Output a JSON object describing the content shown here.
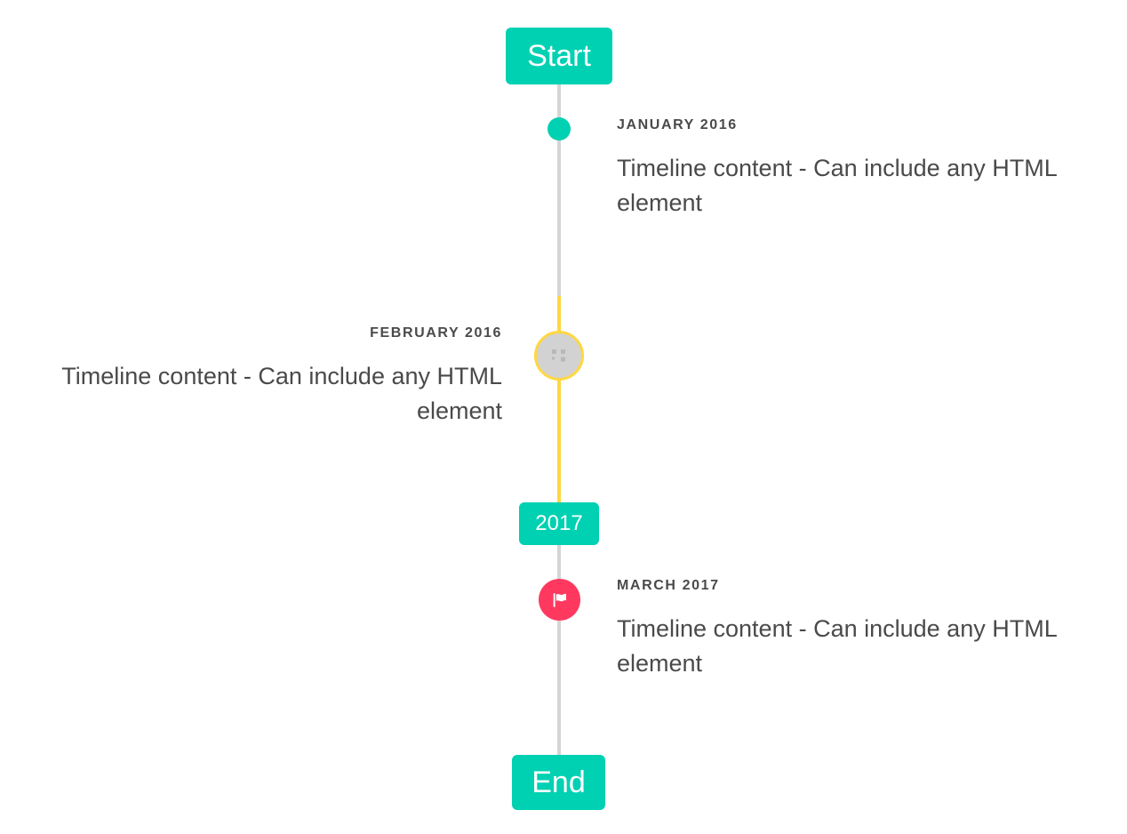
{
  "timeline": {
    "start_label": "Start",
    "end_label": "End",
    "year_divider_label": "2017",
    "colors": {
      "accent_teal": "#00d1b2",
      "rail_grey": "#d5d5d5",
      "rail_yellow": "#ffd740",
      "marker_pink": "#ff3860",
      "marker_grey": "#d2d2d2",
      "text": "#4a4a4a",
      "background": "#ffffff"
    },
    "entries": [
      {
        "date": "JANUARY 2016",
        "body": "Timeline content - Can include any HTML element",
        "side": "right",
        "marker": "dot-icon"
      },
      {
        "date": "FEBRUARY 2016",
        "body": "Timeline content - Can include any HTML element",
        "side": "left",
        "marker": "broken-image-icon"
      },
      {
        "date": "MARCH 2017",
        "body": "Timeline content - Can include any HTML element",
        "side": "right",
        "marker": "flag-icon"
      }
    ]
  }
}
